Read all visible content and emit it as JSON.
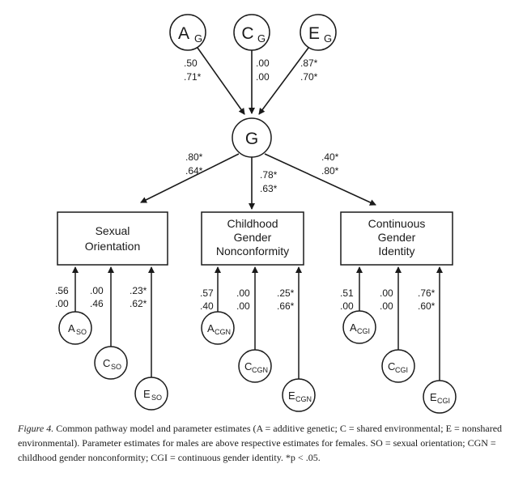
{
  "top_nodes": [
    {
      "letter": "A",
      "sub": "G"
    },
    {
      "letter": "C",
      "sub": "G"
    },
    {
      "letter": "E",
      "sub": "G"
    }
  ],
  "top_paths": [
    {
      "male": ".50",
      "female": ".71*"
    },
    {
      "male": ".00",
      "female": ".00"
    },
    {
      "male": ".87*",
      "female": ".70*"
    }
  ],
  "center_node": "G",
  "center_paths": [
    {
      "male": ".80*",
      "female": ".64*"
    },
    {
      "male": ".78*",
      "female": ".63*"
    },
    {
      "male": ".40*",
      "female": ".80*"
    }
  ],
  "boxes": [
    {
      "lines": [
        "Sexual",
        "Orientation"
      ]
    },
    {
      "lines": [
        "Childhood",
        "Gender",
        "Nonconformity"
      ]
    },
    {
      "lines": [
        "Continuous",
        "Gender",
        "Identity"
      ]
    }
  ],
  "groups": [
    {
      "paths": [
        {
          "male": ".56",
          "female": ".00"
        },
        {
          "male": ".00",
          "female": ".46"
        },
        {
          "male": ".23*",
          "female": ".62*"
        }
      ],
      "nodes": [
        {
          "letter": "A",
          "sub": "SO"
        },
        {
          "letter": "C",
          "sub": "SO"
        },
        {
          "letter": "E",
          "sub": "SO"
        }
      ]
    },
    {
      "paths": [
        {
          "male": ".57",
          "female": ".40"
        },
        {
          "male": ".00",
          "female": ".00"
        },
        {
          "male": ".25*",
          "female": ".66*"
        }
      ],
      "nodes": [
        {
          "letter": "A",
          "sub": "CGN"
        },
        {
          "letter": "C",
          "sub": "CGN"
        },
        {
          "letter": "E",
          "sub": "CGN"
        }
      ]
    },
    {
      "paths": [
        {
          "male": ".51",
          "female": ".00"
        },
        {
          "male": ".00",
          "female": ".00"
        },
        {
          "male": ".76*",
          "female": ".60*"
        }
      ],
      "nodes": [
        {
          "letter": "A",
          "sub": "CGI"
        },
        {
          "letter": "C",
          "sub": "CGI"
        },
        {
          "letter": "E",
          "sub": "CGI"
        }
      ]
    }
  ],
  "caption": {
    "figure_label": "Figure 4.",
    "text": "Common pathway model and parameter estimates (A = additive genetic; C = shared environmental; E = nonshared environmental). Parameter estimates for males are above respective estimates for females. SO = sexual orientation; CGN = childhood gender nonconformity; CGI = continuous gender identity. *p < .05."
  }
}
